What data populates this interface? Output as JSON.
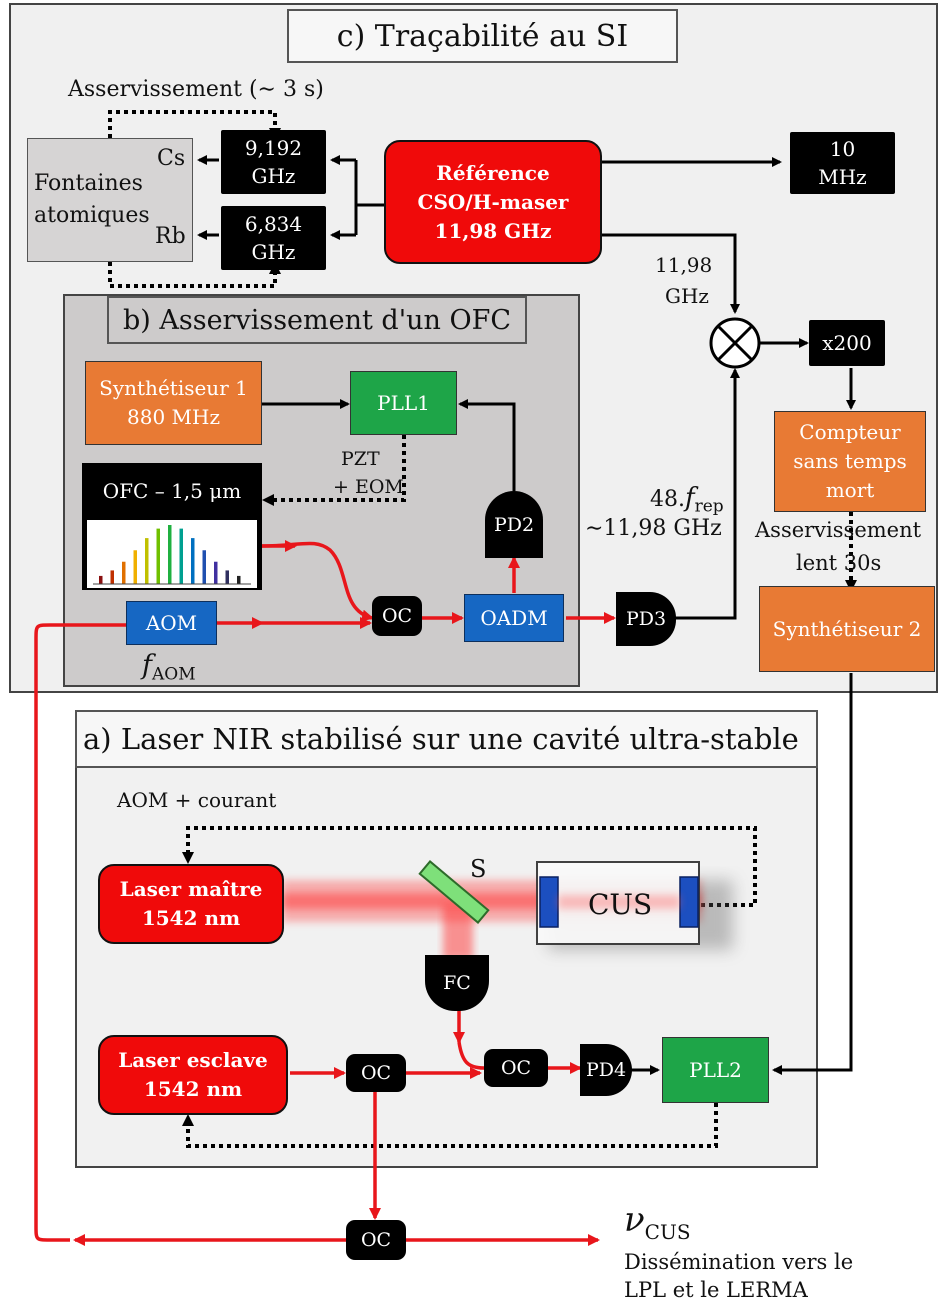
{
  "panels": {
    "c_title": "c) Traçabilité au SI",
    "b_title": "b) Asservissement d'un OFC",
    "a_title": "a) Laser NIR stabilisé sur une cavité ultra-stable"
  },
  "labels": {
    "servo_top": "Asservissement (∼ 3 s)",
    "cs": "Cs",
    "rb": "Rb",
    "f_11_98_a": "11,98",
    "f_11_98_b": "GHz",
    "pzt": "PZT",
    "eom": "+ EOM",
    "frep_prefix": "48.",
    "frep_f": "f",
    "frep_sub": "rep",
    "frep_value": "∼11,98 GHz",
    "servo_slow_a": "Asservissement",
    "servo_slow_b": "lent 30s",
    "faom_f": "f",
    "faom_sub": "AOM",
    "aom_current": "AOM + courant",
    "mirror_s": "S",
    "nu": "ν",
    "nu_sub": "CUS",
    "dissem_a": "Dissémination vers le",
    "dissem_b": "LPL et le LERMA"
  },
  "boxes": {
    "fontaines": [
      "Fontaines",
      "atomiques"
    ],
    "f9192": [
      "9,192",
      "GHz"
    ],
    "f6834": [
      "6,834",
      "GHz"
    ],
    "reference": [
      "Référence",
      "CSO/H-maser",
      "11,98 GHz"
    ],
    "ten_mhz": [
      "10",
      "MHz"
    ],
    "x200": "x200",
    "compteur": [
      "Compteur",
      "sans temps",
      "mort"
    ],
    "synth1": [
      "Synthétiseur 1",
      "880 MHz"
    ],
    "pll1": "PLL1",
    "ofc": "OFC – 1,5 μm",
    "pd2": "PD2",
    "aom": "AOM",
    "oc_b": "OC",
    "oadm": "OADM",
    "pd3": "PD3",
    "synth2": "Synthétiseur 2",
    "laser_master": [
      "Laser maître",
      "1542 nm"
    ],
    "cus": "CUS",
    "fc": "FC",
    "laser_slave": [
      "Laser esclave",
      "1542 nm"
    ],
    "oc_a1": "OC",
    "oc_a2": "OC",
    "pd4": "PD4",
    "pll2": "PLL2",
    "oc_bottom": "OC"
  },
  "colors": {
    "laser_path": "#e8161b",
    "orange": "#e87a34",
    "green": "#1ea548",
    "blue": "#1667c3",
    "red_box": "#f00a0a",
    "black": "#000000",
    "comb_lines": [
      "#8a1010",
      "#c03000",
      "#e07000",
      "#f0b000",
      "#c0c000",
      "#70c000",
      "#20b040",
      "#00a090",
      "#0070c0",
      "#2050b0",
      "#4030a0",
      "#303060",
      "#222222"
    ]
  }
}
